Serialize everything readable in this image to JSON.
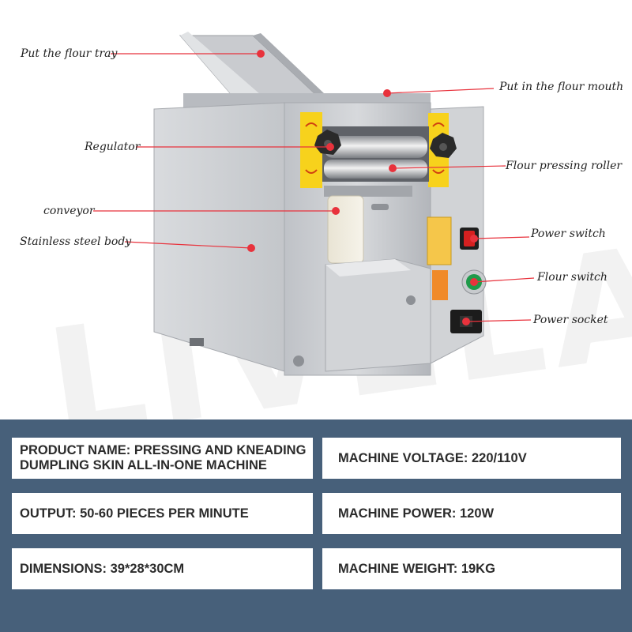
{
  "watermark": "LIVELAO",
  "callouts": [
    {
      "id": "flour-tray",
      "label": "Put the flour tray"
    },
    {
      "id": "flour-mouth",
      "label": "Put in the flour mouth"
    },
    {
      "id": "regulator",
      "label": "Regulator"
    },
    {
      "id": "roller",
      "label": "Flour pressing roller"
    },
    {
      "id": "conveyor",
      "label": "conveyor"
    },
    {
      "id": "body",
      "label": "Stainless steel body"
    },
    {
      "id": "power-switch",
      "label": "Power switch"
    },
    {
      "id": "flour-switch",
      "label": "Flour switch"
    },
    {
      "id": "power-socket",
      "label": "Power socket"
    }
  ],
  "specs": {
    "product_name_line1": "PRODUCT NAME: PRESSING AND KNEADING",
    "product_name_line2": "DUMPLING SKIN ALL-IN-ONE MACHINE",
    "voltage": "MACHINE VOLTAGE: 220/110V",
    "output": "OUTPUT: 50-60 PIECES PER MINUTE",
    "power": "MACHINE POWER: 120W",
    "dimensions": "DIMENSIONS: 39*28*30CM",
    "weight": "MACHINE WEIGHT: 19KG"
  },
  "colors": {
    "callout_line": "#e8323c",
    "panel_bg": "#47607a",
    "steel": "#c6c8cc",
    "label_yellow": "#f7d21c",
    "switch_red": "#d62020",
    "switch_green": "#1f9a4a"
  }
}
